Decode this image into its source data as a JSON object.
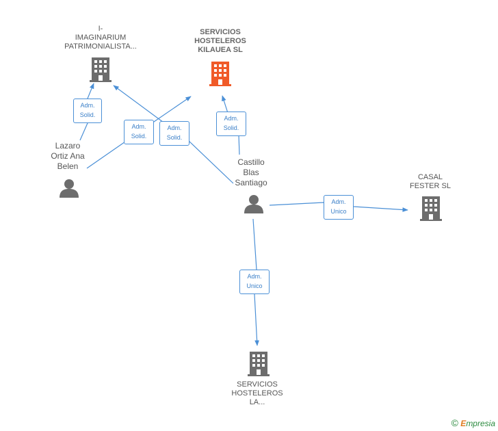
{
  "nodes": {
    "imaginarium": {
      "label": "I-\nIMAGINARIUM\nPATRIMONIALISTA...",
      "type": "company",
      "color": "#6d6d6d"
    },
    "kilauea": {
      "label": "SERVICIOS\nHOSTELEROS\nKILAUEA  SL",
      "type": "company",
      "color": "#f05a28",
      "highlight": true
    },
    "lazaro": {
      "label": "Lazaro\nOrtiz Ana\nBelen",
      "type": "person",
      "color": "#6d6d6d"
    },
    "castillo": {
      "label": "Castillo\nBlas\nSantiago",
      "type": "person",
      "color": "#6d6d6d"
    },
    "casal": {
      "label": "CASAL\nFESTER  SL",
      "type": "company",
      "color": "#6d6d6d"
    },
    "servicios_la": {
      "label": "SERVICIOS\nHOSTELEROS\nLA...",
      "type": "company",
      "color": "#6d6d6d"
    }
  },
  "edges": [
    {
      "from": "lazaro",
      "to": "imaginarium",
      "label": "Adm.\nSolid."
    },
    {
      "from": "lazaro",
      "to": "kilauea",
      "label": "Adm.\nSolid."
    },
    {
      "from": "castillo",
      "to": "imaginarium",
      "label": "Adm.\nSolid."
    },
    {
      "from": "castillo",
      "to": "kilauea",
      "label": "Adm.\nSolid."
    },
    {
      "from": "castillo",
      "to": "casal",
      "label": "Adm.\nUnico"
    },
    {
      "from": "castillo",
      "to": "servicios_la",
      "label": "Adm.\nUnico"
    }
  ],
  "colors": {
    "edge": "#4a8fd6",
    "building": "#6d6d6d",
    "highlight": "#f05a28"
  },
  "footer": {
    "copyright": "©",
    "brand_first": "E",
    "brand_rest": "mpresia"
  }
}
